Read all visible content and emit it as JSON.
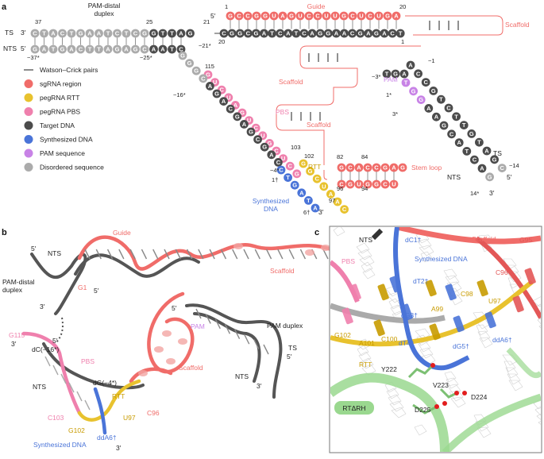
{
  "panels": {
    "a": "a",
    "b": "b",
    "c": "c"
  },
  "colors": {
    "sgrna": "#f06c69",
    "rtt": "#e8c22e",
    "pbs": "#ef80ad",
    "target": "#4c4c4c",
    "synth": "#4a74d8",
    "pam": "#c883e6",
    "disordered": "#ababab",
    "rt_green": "#9ad88f"
  },
  "panel_a": {
    "pam_distal_title": "PAM-distal\nduplex",
    "guide_label": "Guide",
    "scaffold_label": "Scaffold",
    "pam_label": "PAM",
    "pbs_label": "PBS",
    "rtt_label": "RTT",
    "stem_loop_label": "Stem loop",
    "synth_label": "Synthesized\nDNA",
    "ts_label": "TS",
    "nts_label": "NTS",
    "top_guide_seq": "GCCGGUAGUCCUUGCUCUGA",
    "ts_main_seq": "CGGCGATCATCAGGAACGAGACT",
    "ts_distal_seq": "CTACTGAATCTCGGTTAG",
    "nts_distal_seq": "GATGACTTAGAGCAATC",
    "num_37": "37",
    "num_25": "25",
    "num_21": "21",
    "num_1_top": "1",
    "num_20_top": "20",
    "num_20_bot": "20",
    "num_1_bot": "1",
    "num_m37": "−37*",
    "num_m25": "−25*",
    "num_m21": "−21*",
    "num_m1": "−1",
    "num_m3": "−3*",
    "num_1s": "1*",
    "num_3s": "3*",
    "num_m14": "−14",
    "num_14s": "14*",
    "num_115": "115",
    "num_m16": "−16*",
    "num_103": "103",
    "num_102": "102",
    "num_m4": "−4*",
    "num_1d": "1†",
    "num_97": "97",
    "num_6d": "6†",
    "num_82": "82",
    "num_84": "84",
    "num_96": "96",
    "num_94": "94",
    "stem_top": "GCACCGAG",
    "stem_bot": "CGUGGCU",
    "prime3": "3′",
    "prime5": "5′",
    "pam_top": "TGA",
    "pam_stack": "TGG"
  },
  "legend": [
    {
      "label": "Watson–Crick pairs",
      "kind": "line",
      "color": "#666666"
    },
    {
      "label": "sgRNA region",
      "kind": "dot",
      "color": "#f06c69"
    },
    {
      "label": "pegRNA RTT",
      "kind": "dot",
      "color": "#e8c22e"
    },
    {
      "label": "pegRNA PBS",
      "kind": "dot",
      "color": "#ef80ad"
    },
    {
      "label": "Target DNA",
      "kind": "dot",
      "color": "#4c4c4c"
    },
    {
      "label": "Synthesized DNA",
      "kind": "dot",
      "color": "#4a74d8"
    },
    {
      "label": "PAM sequence",
      "kind": "dot",
      "color": "#c883e6"
    },
    {
      "label": "Disordered sequence",
      "kind": "dot",
      "color": "#ababab"
    }
  ],
  "panel_b": {
    "guide": "Guide",
    "g1": "G1",
    "five_prime": "5′",
    "three_prime": "3′",
    "nts": "NTS",
    "pam_distal": "PAM-distal\nduplex",
    "scaffold_top": "Scaffold",
    "pam": "PAM",
    "pam_duplex": "PAM duplex",
    "ts": "TS",
    "g115": "G115",
    "dc16": "dC(−16*)",
    "pbs": "PBS",
    "scaffold_mid": "Scaffold",
    "dg4": "dG(−4*)",
    "rtt": "RTT",
    "c103": "C103",
    "g102": "G102",
    "u97": "U97",
    "c96": "C96",
    "synth": "Synthesized DNA",
    "dda6": "ddA6†"
  },
  "panel_c": {
    "nts": "NTS",
    "dc1": "dC1†",
    "scaffold": "Scaffold",
    "g95": "G95",
    "synth": "Synthesized DNA",
    "pbs": "PBS",
    "dt2": "dT2†",
    "c96": "C96",
    "c98": "C98",
    "a99": "A99",
    "u97": "U97",
    "dg3": "dG3†",
    "g102": "G102",
    "a101": "A101",
    "c100": "C100",
    "dt4": "dT4†",
    "dg5": "dG5†",
    "dda6": "ddA6†",
    "rtt": "RTT",
    "y222": "Y222",
    "v223": "V223",
    "d224": "D224",
    "d225": "D225",
    "rtarh": "RTΔRH"
  }
}
